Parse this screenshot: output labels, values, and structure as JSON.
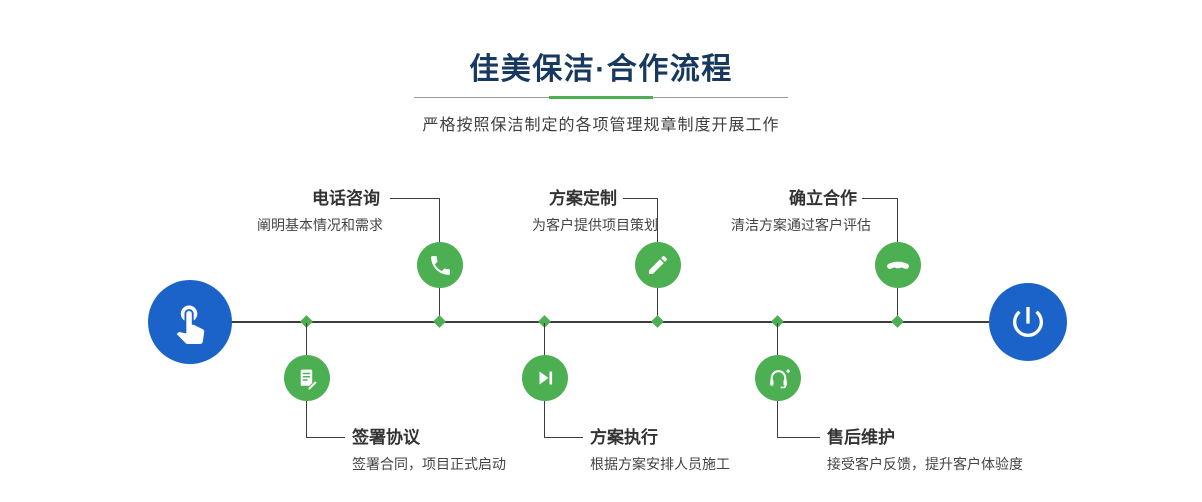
{
  "header": {
    "title": "佳美保洁·合作流程",
    "subtitle": "严格按照保洁制定的各项管理规章制度开展工作"
  },
  "colors": {
    "navy": "#17395f",
    "green": "#4cb052",
    "blue": "#1b63c8",
    "line": "#3d3d3d"
  },
  "timeline": {
    "start_icon": "hand-pointer-icon",
    "end_icon": "power-icon"
  },
  "steps": {
    "top": [
      {
        "title": "电话咨询",
        "desc": "阐明基本情况和需求",
        "icon": "phone-icon"
      },
      {
        "title": "方案定制",
        "desc": "为客户提供项目策划",
        "icon": "pencil-design-icon"
      },
      {
        "title": "确立合作",
        "desc": "清洁方案通过客户评估",
        "icon": "handshake-icon"
      }
    ],
    "bottom": [
      {
        "title": "签署协议",
        "desc": "签署合同，项目正式启动",
        "icon": "contract-sign-icon"
      },
      {
        "title": "方案执行",
        "desc": "根据方案安排人员施工",
        "icon": "play-forward-icon"
      },
      {
        "title": "售后维护",
        "desc": "接受客户反馈，提升客户体验度",
        "icon": "headset-support-icon"
      }
    ]
  }
}
